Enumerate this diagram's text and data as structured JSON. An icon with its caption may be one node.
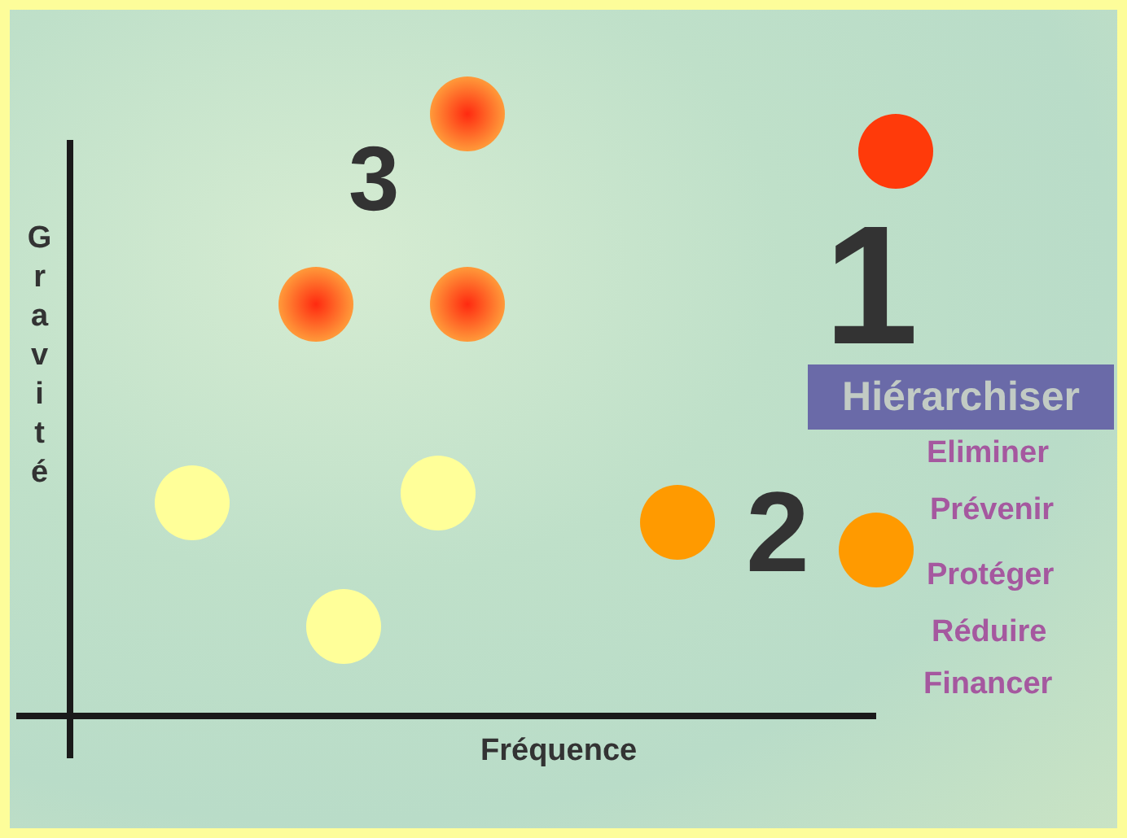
{
  "diagram": {
    "nodes": [
      {
        "text": [
          "Hiérarchiser"
        ]
      }
    ],
    "labels": [
      "3",
      "Gravité",
      "1",
      "Eliminer",
      "Prévenir",
      "2",
      "Protéger",
      "Réduire",
      "Financer",
      "Fréquence"
    ]
  }
}
